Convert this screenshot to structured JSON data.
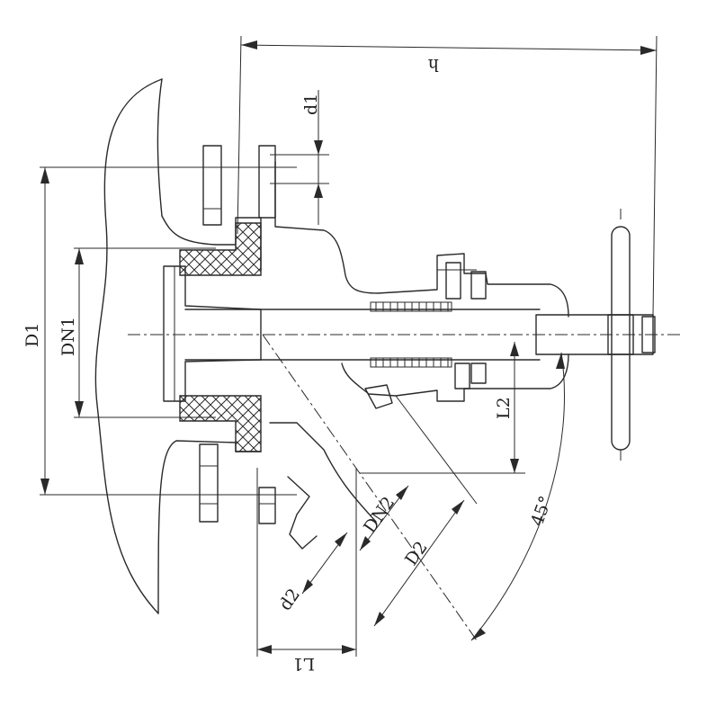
{
  "labels": {
    "h": "h",
    "d1": "d1",
    "D1": "D1",
    "DN1": "DN1",
    "L2": "L2",
    "DN2": "DN2",
    "D2": "D2",
    "d2": "d2",
    "angle": "45°",
    "L1": "L1"
  }
}
